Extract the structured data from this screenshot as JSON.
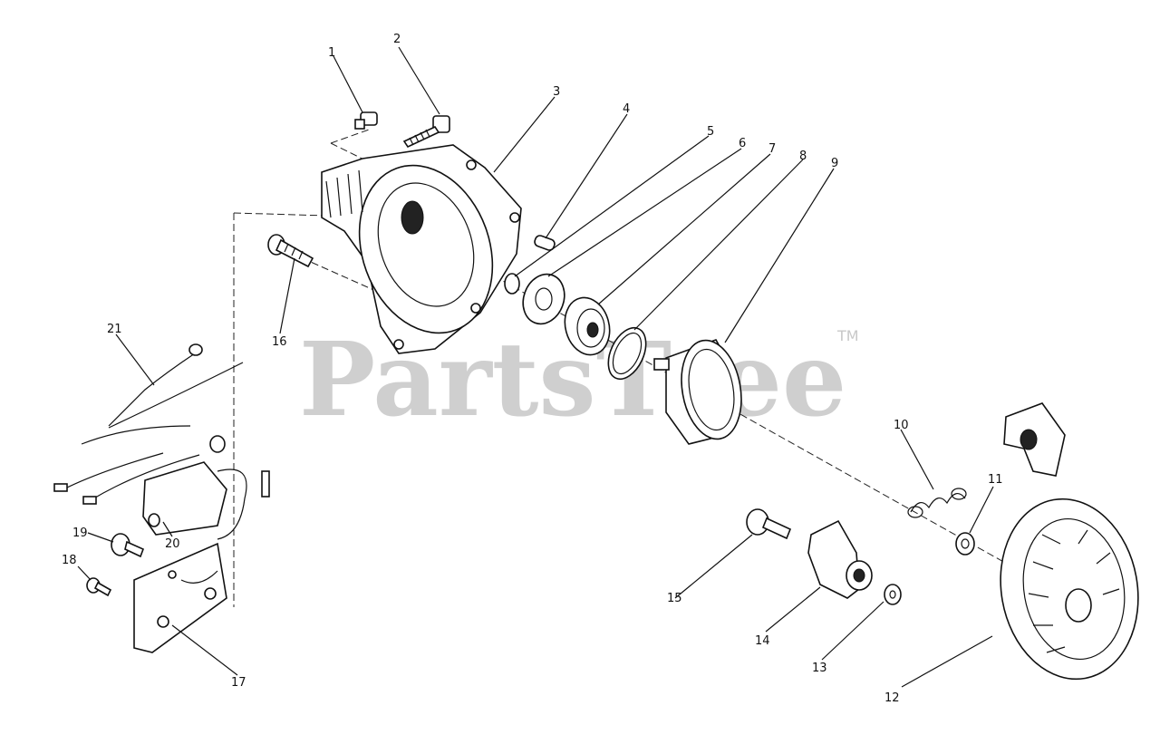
{
  "watermark": {
    "text": "PartsTree",
    "trademark": "TM"
  },
  "part_labels": [
    "1",
    "2",
    "3",
    "4",
    "5",
    "6",
    "7",
    "8",
    "9",
    "10",
    "11",
    "12",
    "13",
    "14",
    "15",
    "16",
    "17",
    "18",
    "19",
    "20",
    "21"
  ]
}
